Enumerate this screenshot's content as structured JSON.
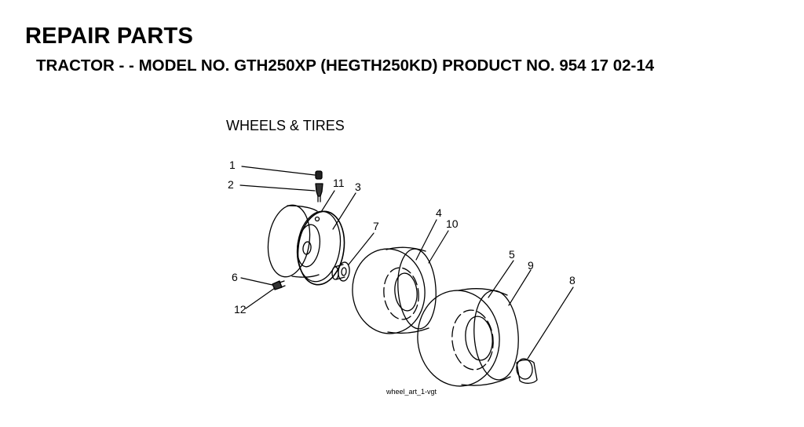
{
  "header": {
    "title": "REPAIR PARTS",
    "subtitle": "TRACTOR - - MODEL NO. GTH250XP (HEGTH250KD) PRODUCT NO. 954 17 02-14"
  },
  "section": {
    "title": "WHEELS & TIRES"
  },
  "callouts": [
    "1",
    "2",
    "11",
    "3",
    "7",
    "4",
    "10",
    "5",
    "9",
    "8",
    "6",
    "12"
  ],
  "art_reference": "wheel_art_1-vgt"
}
